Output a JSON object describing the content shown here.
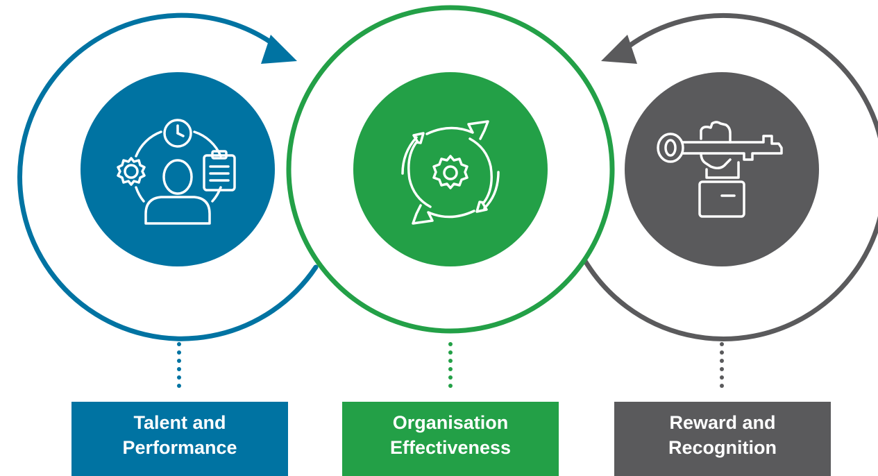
{
  "colors": {
    "talent": "#0073a2",
    "organisation": "#23a047",
    "reward": "#5a5a5c",
    "icon_stroke": "#ffffff"
  },
  "pillars": [
    {
      "key": "talent",
      "label": "Talent and\nPerformance",
      "icon": "person-gear-clock-clipboard-icon"
    },
    {
      "key": "organisation",
      "label": "Organisation\nEffectiveness",
      "icon": "gear-cycle-arrows-icon"
    },
    {
      "key": "reward",
      "label": "Reward and\nRecognition",
      "icon": "hand-holding-key-icon"
    }
  ]
}
